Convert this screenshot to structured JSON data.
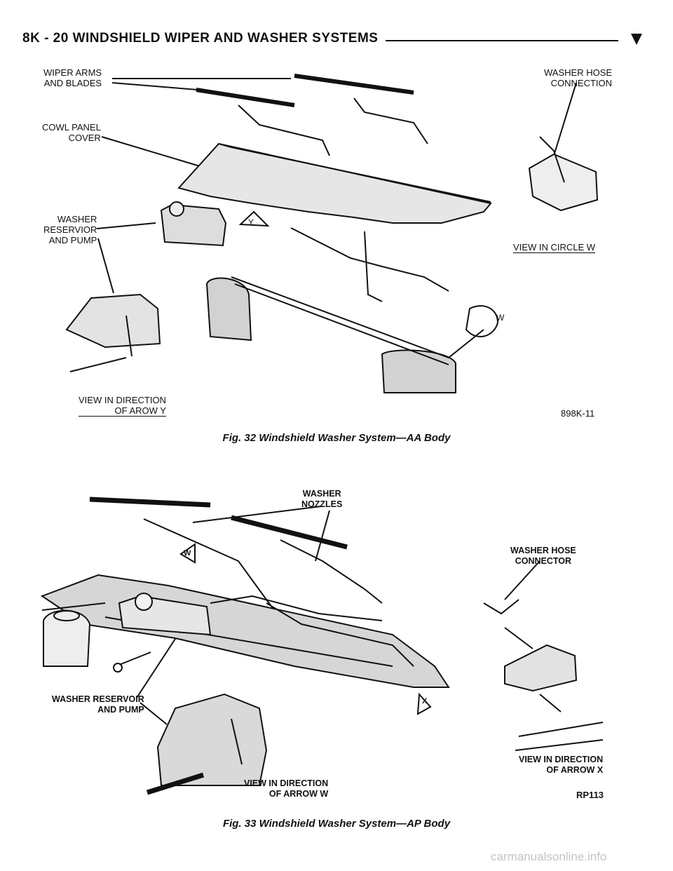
{
  "header": {
    "title": "8K - 20    WINDSHIELD WIPER AND WASHER SYSTEMS"
  },
  "figure1": {
    "labels": {
      "wiper_arms": "WIPER ARMS\nAND BLADES",
      "cowl_panel": "COWL PANEL\nCOVER",
      "washer_reservoir": "WASHER\nRESERVIOR\nAND PUMP",
      "view_arrow_y": "VIEW IN DIRECTION\nOF AROW Y",
      "washer_hose_connection": "WASHER HOSE\nCONNECTION",
      "view_circle_w": "VIEW IN CIRCLE W",
      "marker_y": "Y",
      "marker_w": "W"
    },
    "code": "898K-11",
    "caption": "Fig. 32 Windshield Washer System—AA Body"
  },
  "figure2": {
    "labels": {
      "washer_nozzles": "WASHER\nNOZZLES",
      "washer_hose_connector": "WASHER HOSE\nCONNECTOR",
      "washer_reservoir_pump": "WASHER RESERVOIR\nAND PUMP",
      "view_arrow_w": "VIEW IN DIRECTION\nOF ARROW W",
      "view_arrow_x": "VIEW IN DIRECTION\nOF ARROW X",
      "marker_w": "W",
      "marker_x": "X"
    },
    "code": "RP113",
    "caption": "Fig. 33 Windshield Washer System—AP Body"
  },
  "watermark": "carmanualsonline.info"
}
